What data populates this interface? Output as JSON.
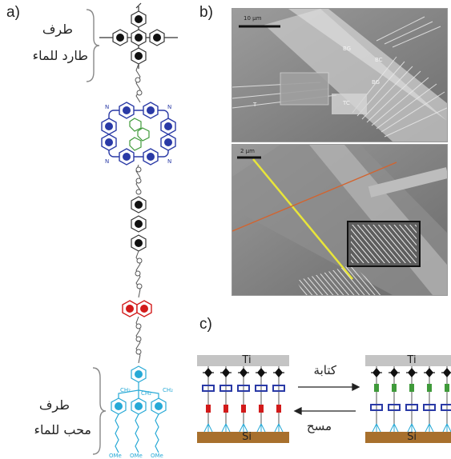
{
  "panel_labels": {
    "a": "a)",
    "b": "b)",
    "c": "c)"
  },
  "panel_a": {
    "top_text_line1": "طرف",
    "top_text_line2": "طارد للماء",
    "bottom_text_line1": "طرف",
    "bottom_text_line2": "محب للماء",
    "ch2_label": "CH₂",
    "n_label": "N",
    "ome_label": "OMe"
  },
  "panel_b": {
    "top_scale": "10 μm",
    "bottom_scale": "2 μm",
    "labels": {
      "bg_left": "BG",
      "bc": "BC",
      "bg_right": "BG",
      "t": "T",
      "tc": "TC"
    }
  },
  "panel_c": {
    "top_electrode": "Ti",
    "bottom_electrode": "Si",
    "write_label": "كتابة",
    "erase_label": "مسح"
  },
  "colors": {
    "blue": "#2a3aa6",
    "green": "#3f9a3a",
    "red": "#d21a1a",
    "cyan": "#27a9d6",
    "grey_electrode": "#c4c4c4",
    "brown_electrode": "#a8702d"
  }
}
